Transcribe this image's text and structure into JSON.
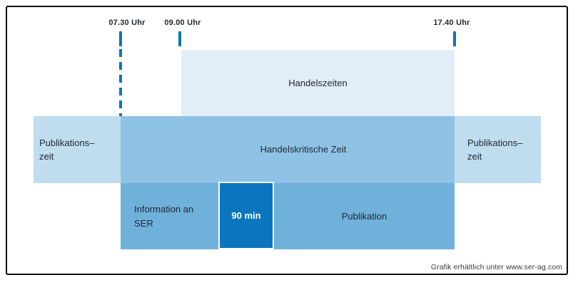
{
  "colors": {
    "accent": "#0b76bf",
    "box-lightest": "#e1edf7",
    "box-light": "#c0ddef",
    "box-medium": "#8fc3e6",
    "box-row": "#70b1db",
    "box-dark": "#0b76bf",
    "text": "#1d2733",
    "footer-text": "#3c3c3c"
  },
  "timeline": {
    "markers": [
      {
        "label": "07.30 Uhr",
        "line_style": "dashed"
      },
      {
        "label": "09.00 Uhr",
        "line_style": "solid"
      },
      {
        "label": "17.40 Uhr",
        "line_style": "solid"
      }
    ]
  },
  "boxes": {
    "handelszeiten": {
      "label": "Handelszeiten"
    },
    "handelskritische": {
      "label": "Handelskritische Zeit"
    },
    "publikationszeit_left": {
      "line1": "Publikations–",
      "line2": "zeit"
    },
    "publikationszeit_right": {
      "line1": "Publikations–",
      "line2": "zeit"
    },
    "information": {
      "line1": "Information an",
      "line2": "SER"
    },
    "duration": {
      "label": "90 min"
    },
    "publikation": {
      "label": "Publikation"
    }
  },
  "footer": {
    "credit": "Grafik erhältlich unter www.ser-ag.com"
  }
}
